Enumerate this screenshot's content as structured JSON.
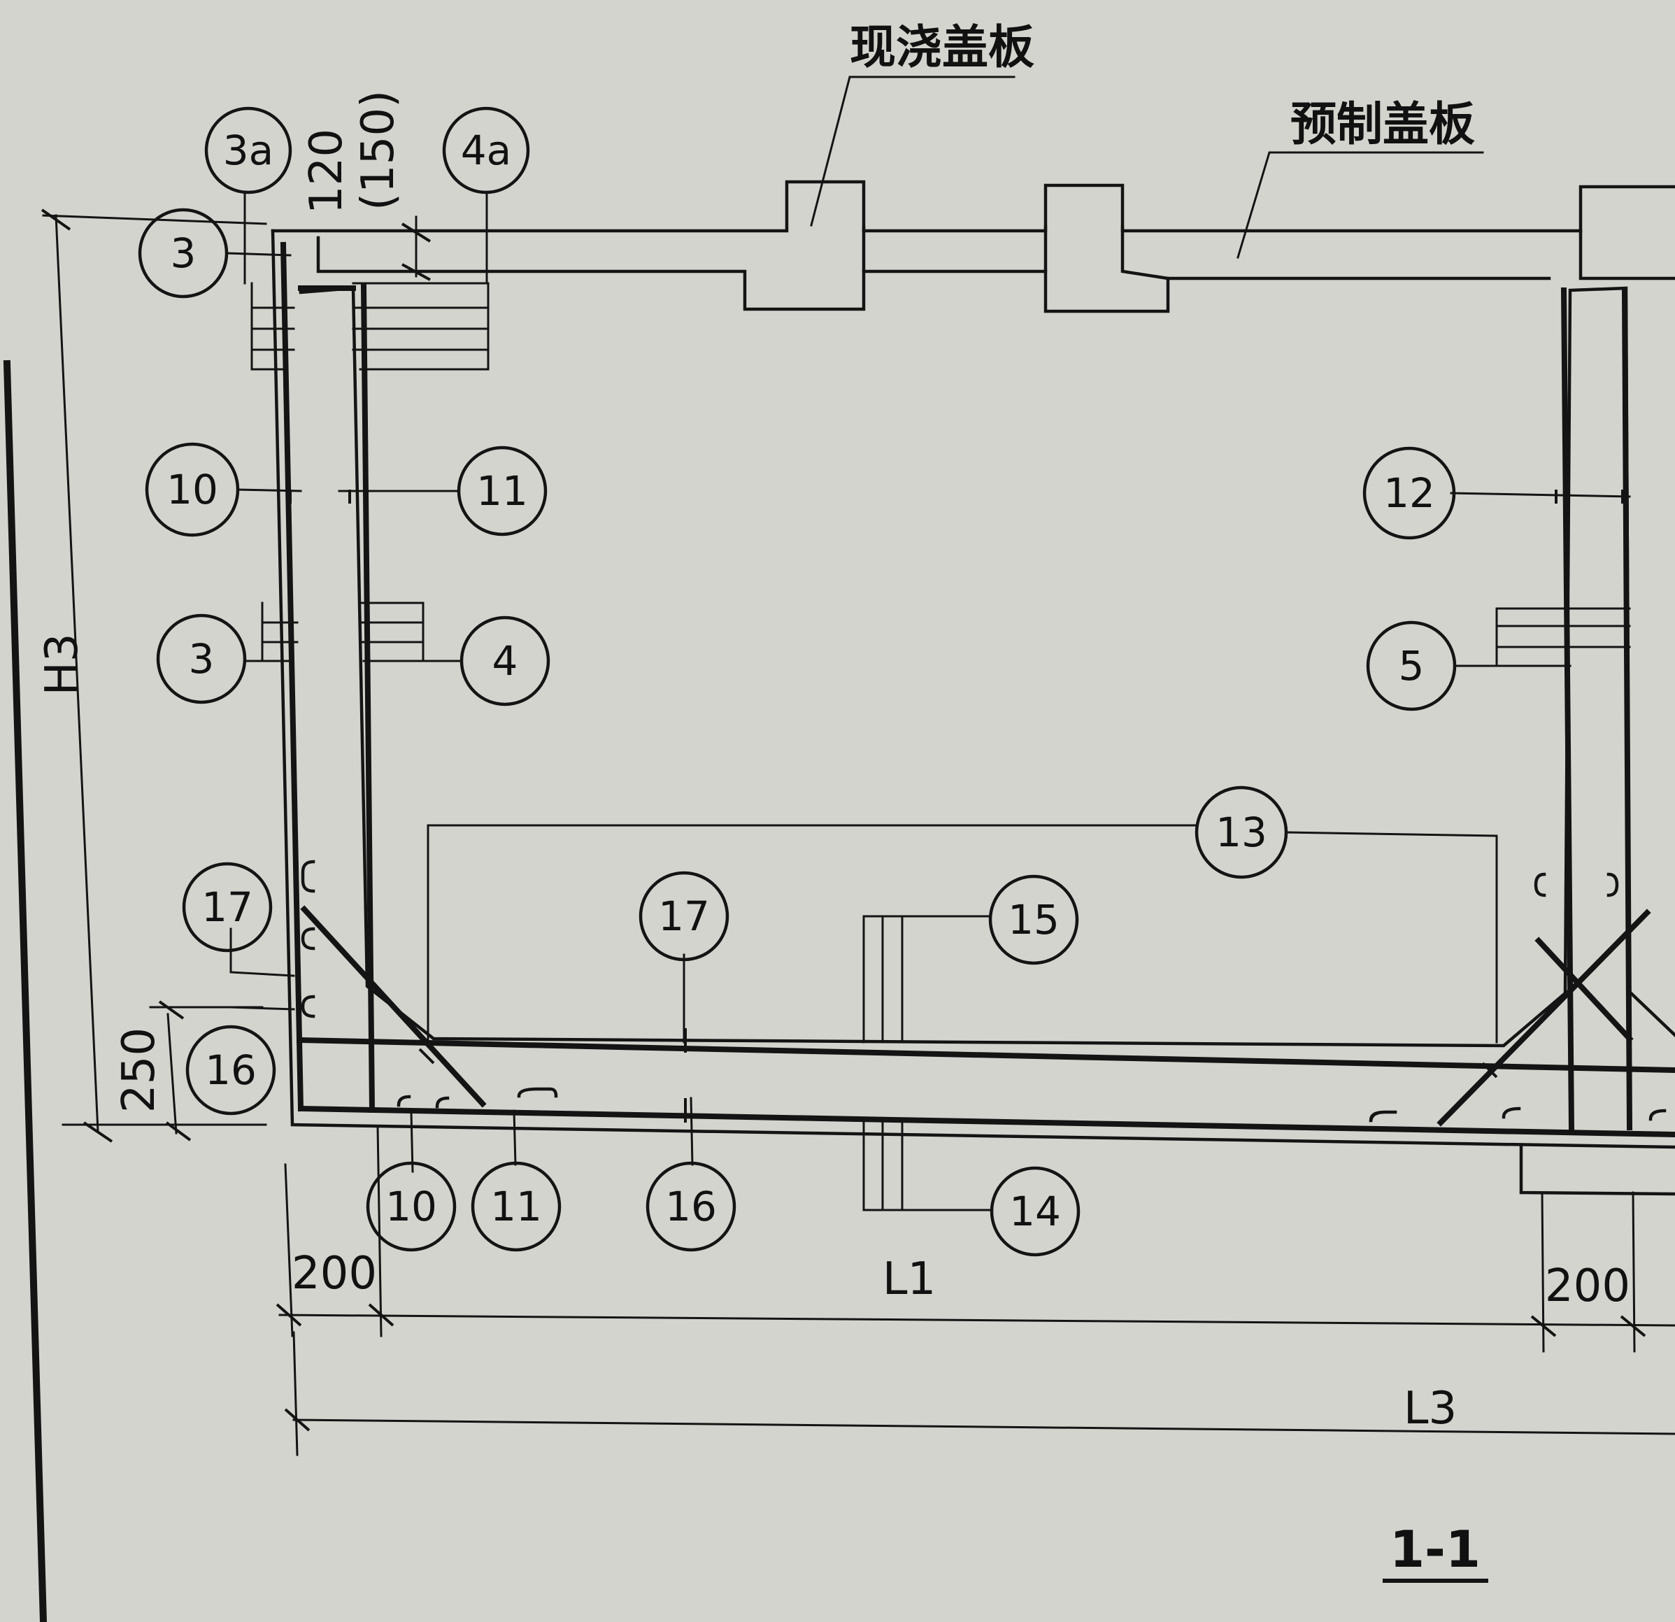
{
  "labels": {
    "cast_in_place_slab": "现浇盖板",
    "precast_slab": "预制盖板"
  },
  "dimensions": {
    "height": "H3",
    "slab_thickness": "120",
    "slab_thickness_alt": "(150)",
    "haunch": "250",
    "left_wall": "200",
    "right_wall": "200",
    "clear_span": "L1",
    "total_span": "L3"
  },
  "section_title": "1-1",
  "rebar_marks": {
    "m3a": "3a",
    "m4a": "4a",
    "m3_top": "3",
    "m10_left": "10",
    "m11_left": "11",
    "m3_mid": "3",
    "m4": "4",
    "m12": "12",
    "m5": "5",
    "m13": "13",
    "m17_left": "17",
    "m17_center": "17",
    "m15": "15",
    "m16_left": "16",
    "m10_bottom": "10",
    "m11_bottom": "11",
    "m16_bottom": "16",
    "m14": "14"
  }
}
